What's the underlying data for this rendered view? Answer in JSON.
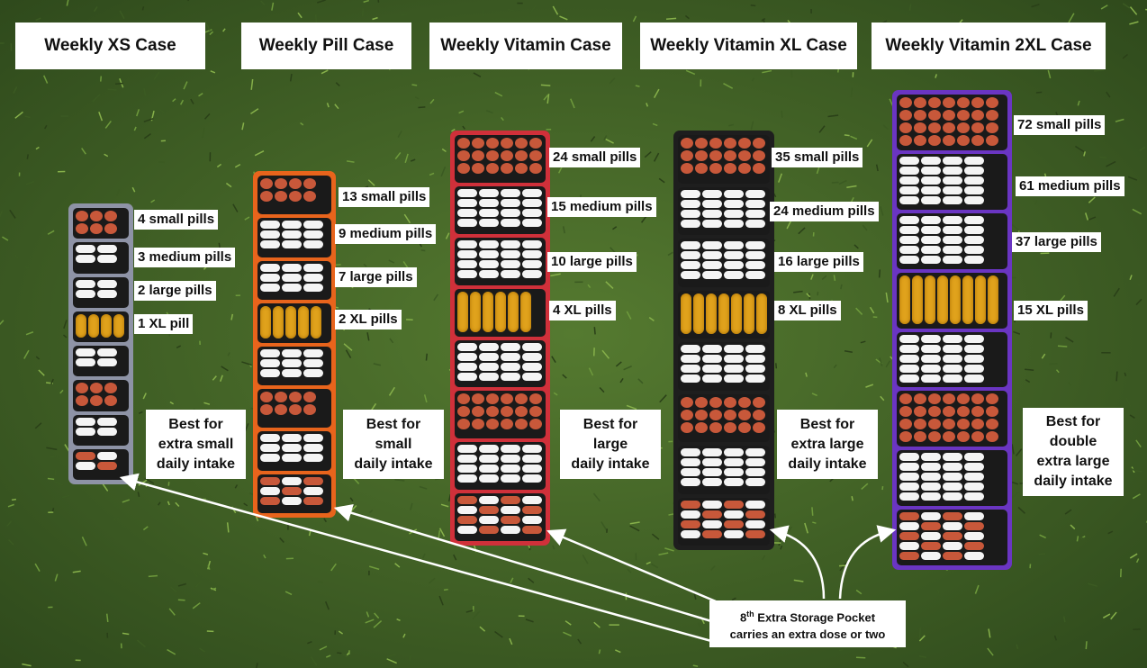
{
  "cases": [
    {
      "title": "Weekly XS Case",
      "color": "#8e93a6",
      "best": [
        "Best for",
        "extra small",
        "daily intake"
      ],
      "labels": [
        "4 small pills",
        "3 medium pills",
        "2 large pills",
        "1 XL pill"
      ]
    },
    {
      "title": "Weekly Pill Case",
      "color": "#e8641c",
      "best": [
        "Best for",
        "small",
        "daily intake"
      ],
      "labels": [
        "13 small pills",
        "9 medium pills",
        "7 large pills",
        "2 XL pills"
      ]
    },
    {
      "title": "Weekly Vitamin Case",
      "color": "#d0303a",
      "best": [
        "Best for",
        "large",
        "daily intake"
      ],
      "labels": [
        "24 small pills",
        "15 medium pills",
        "10 large pills",
        "4 XL pills"
      ]
    },
    {
      "title": "Weekly Vitamin XL Case",
      "color": "#1e1e1e",
      "best": [
        "Best for",
        "extra large",
        "daily intake"
      ],
      "labels": [
        "35 small pills",
        "24 medium pills",
        "16 large pills",
        "8 XL pills"
      ]
    },
    {
      "title": "Weekly Vitamin 2XL Case",
      "color": "#6a35c2",
      "best": [
        "Best for",
        "double",
        "extra large",
        "daily intake"
      ],
      "labels": [
        "72 small pills",
        "61 medium pills",
        "37 large pills",
        "15 XL pills"
      ]
    }
  ],
  "storage_note": {
    "ordinal": "8",
    "ordinal_suffix": "th",
    "line1_rest": " Extra Storage Pocket",
    "line2": "carries an extra dose or two"
  },
  "colors": {
    "grass": "#3f5a26",
    "small_pill": "#c8583a",
    "medium_pill": "#f4f4f4",
    "xl_pill": "#e0a21c"
  }
}
